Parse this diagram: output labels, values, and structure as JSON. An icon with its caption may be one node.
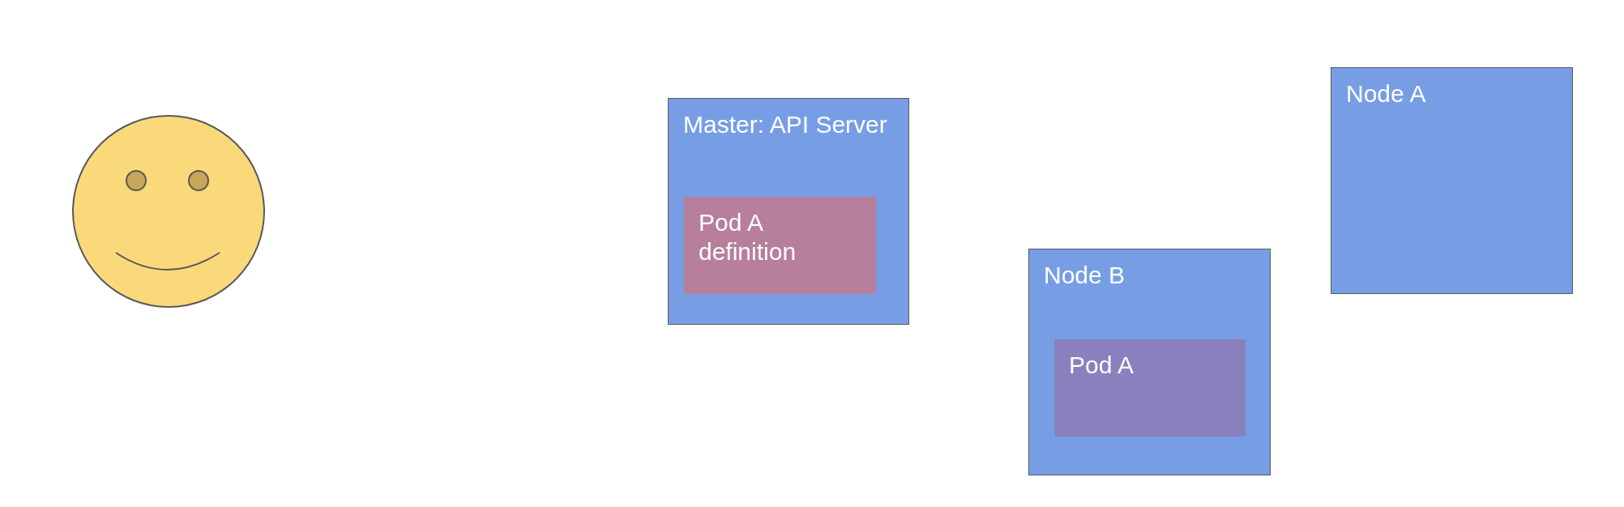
{
  "diagram": {
    "nodes": [
      {
        "text": [
          "Master: API Server"
        ]
      },
      {
        "text": [
          "Pod A definition"
        ],
        "in": 0
      },
      {
        "text": [
          "Node B"
        ]
      },
      {
        "text": [
          "Pod A"
        ],
        "in": 2
      },
      {
        "text": [
          "Node A"
        ]
      }
    ]
  }
}
